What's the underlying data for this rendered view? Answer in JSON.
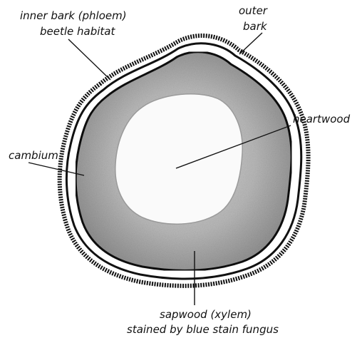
{
  "labels": {
    "inner_bark_line1": "inner bark (phloem)",
    "inner_bark_line2": "beetle habitat",
    "outer_bark_line1": "outer",
    "outer_bark_line2": "bark",
    "heartwood": "heartwood",
    "cambium": "cambium",
    "sapwood_line1": "sapwood (xylem)",
    "sapwood_line2": "stained by blue stain fungus"
  },
  "colors": {
    "ink": "#111111",
    "sapwood": "#b5b5b5",
    "sapwood_dark": "#8e8e8e",
    "heartwood": "#fafafa",
    "phloem": "#ffffff"
  }
}
